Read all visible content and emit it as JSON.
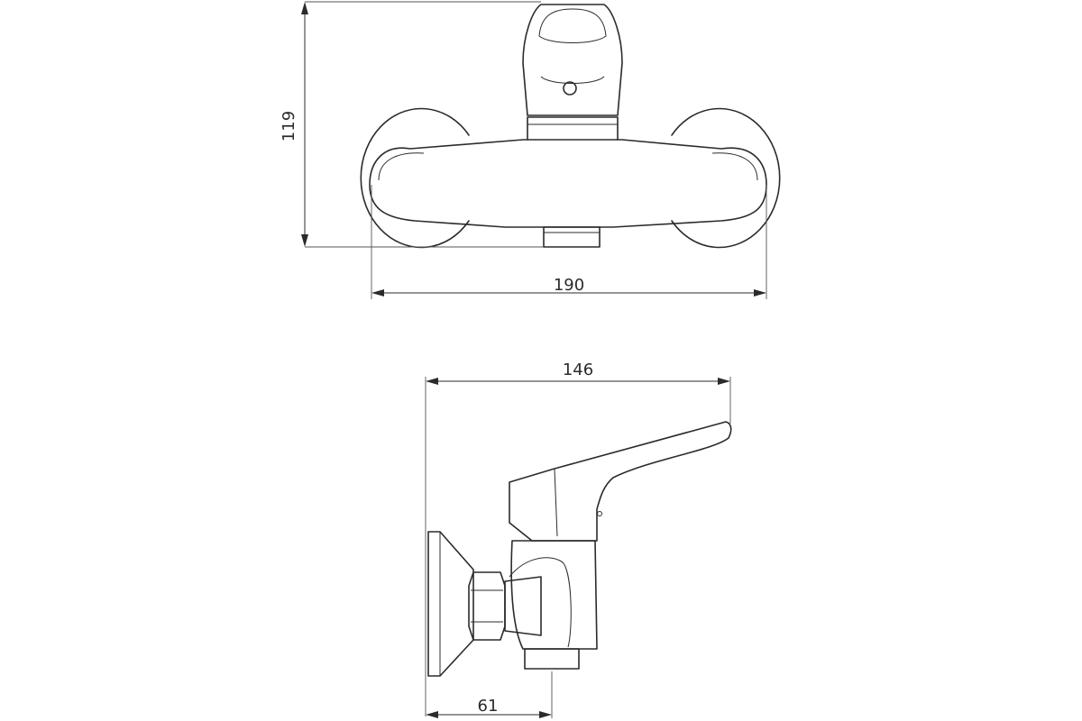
{
  "dimensions": {
    "height": "119",
    "width": "190",
    "depth": "146",
    "wall_offset": "61"
  }
}
